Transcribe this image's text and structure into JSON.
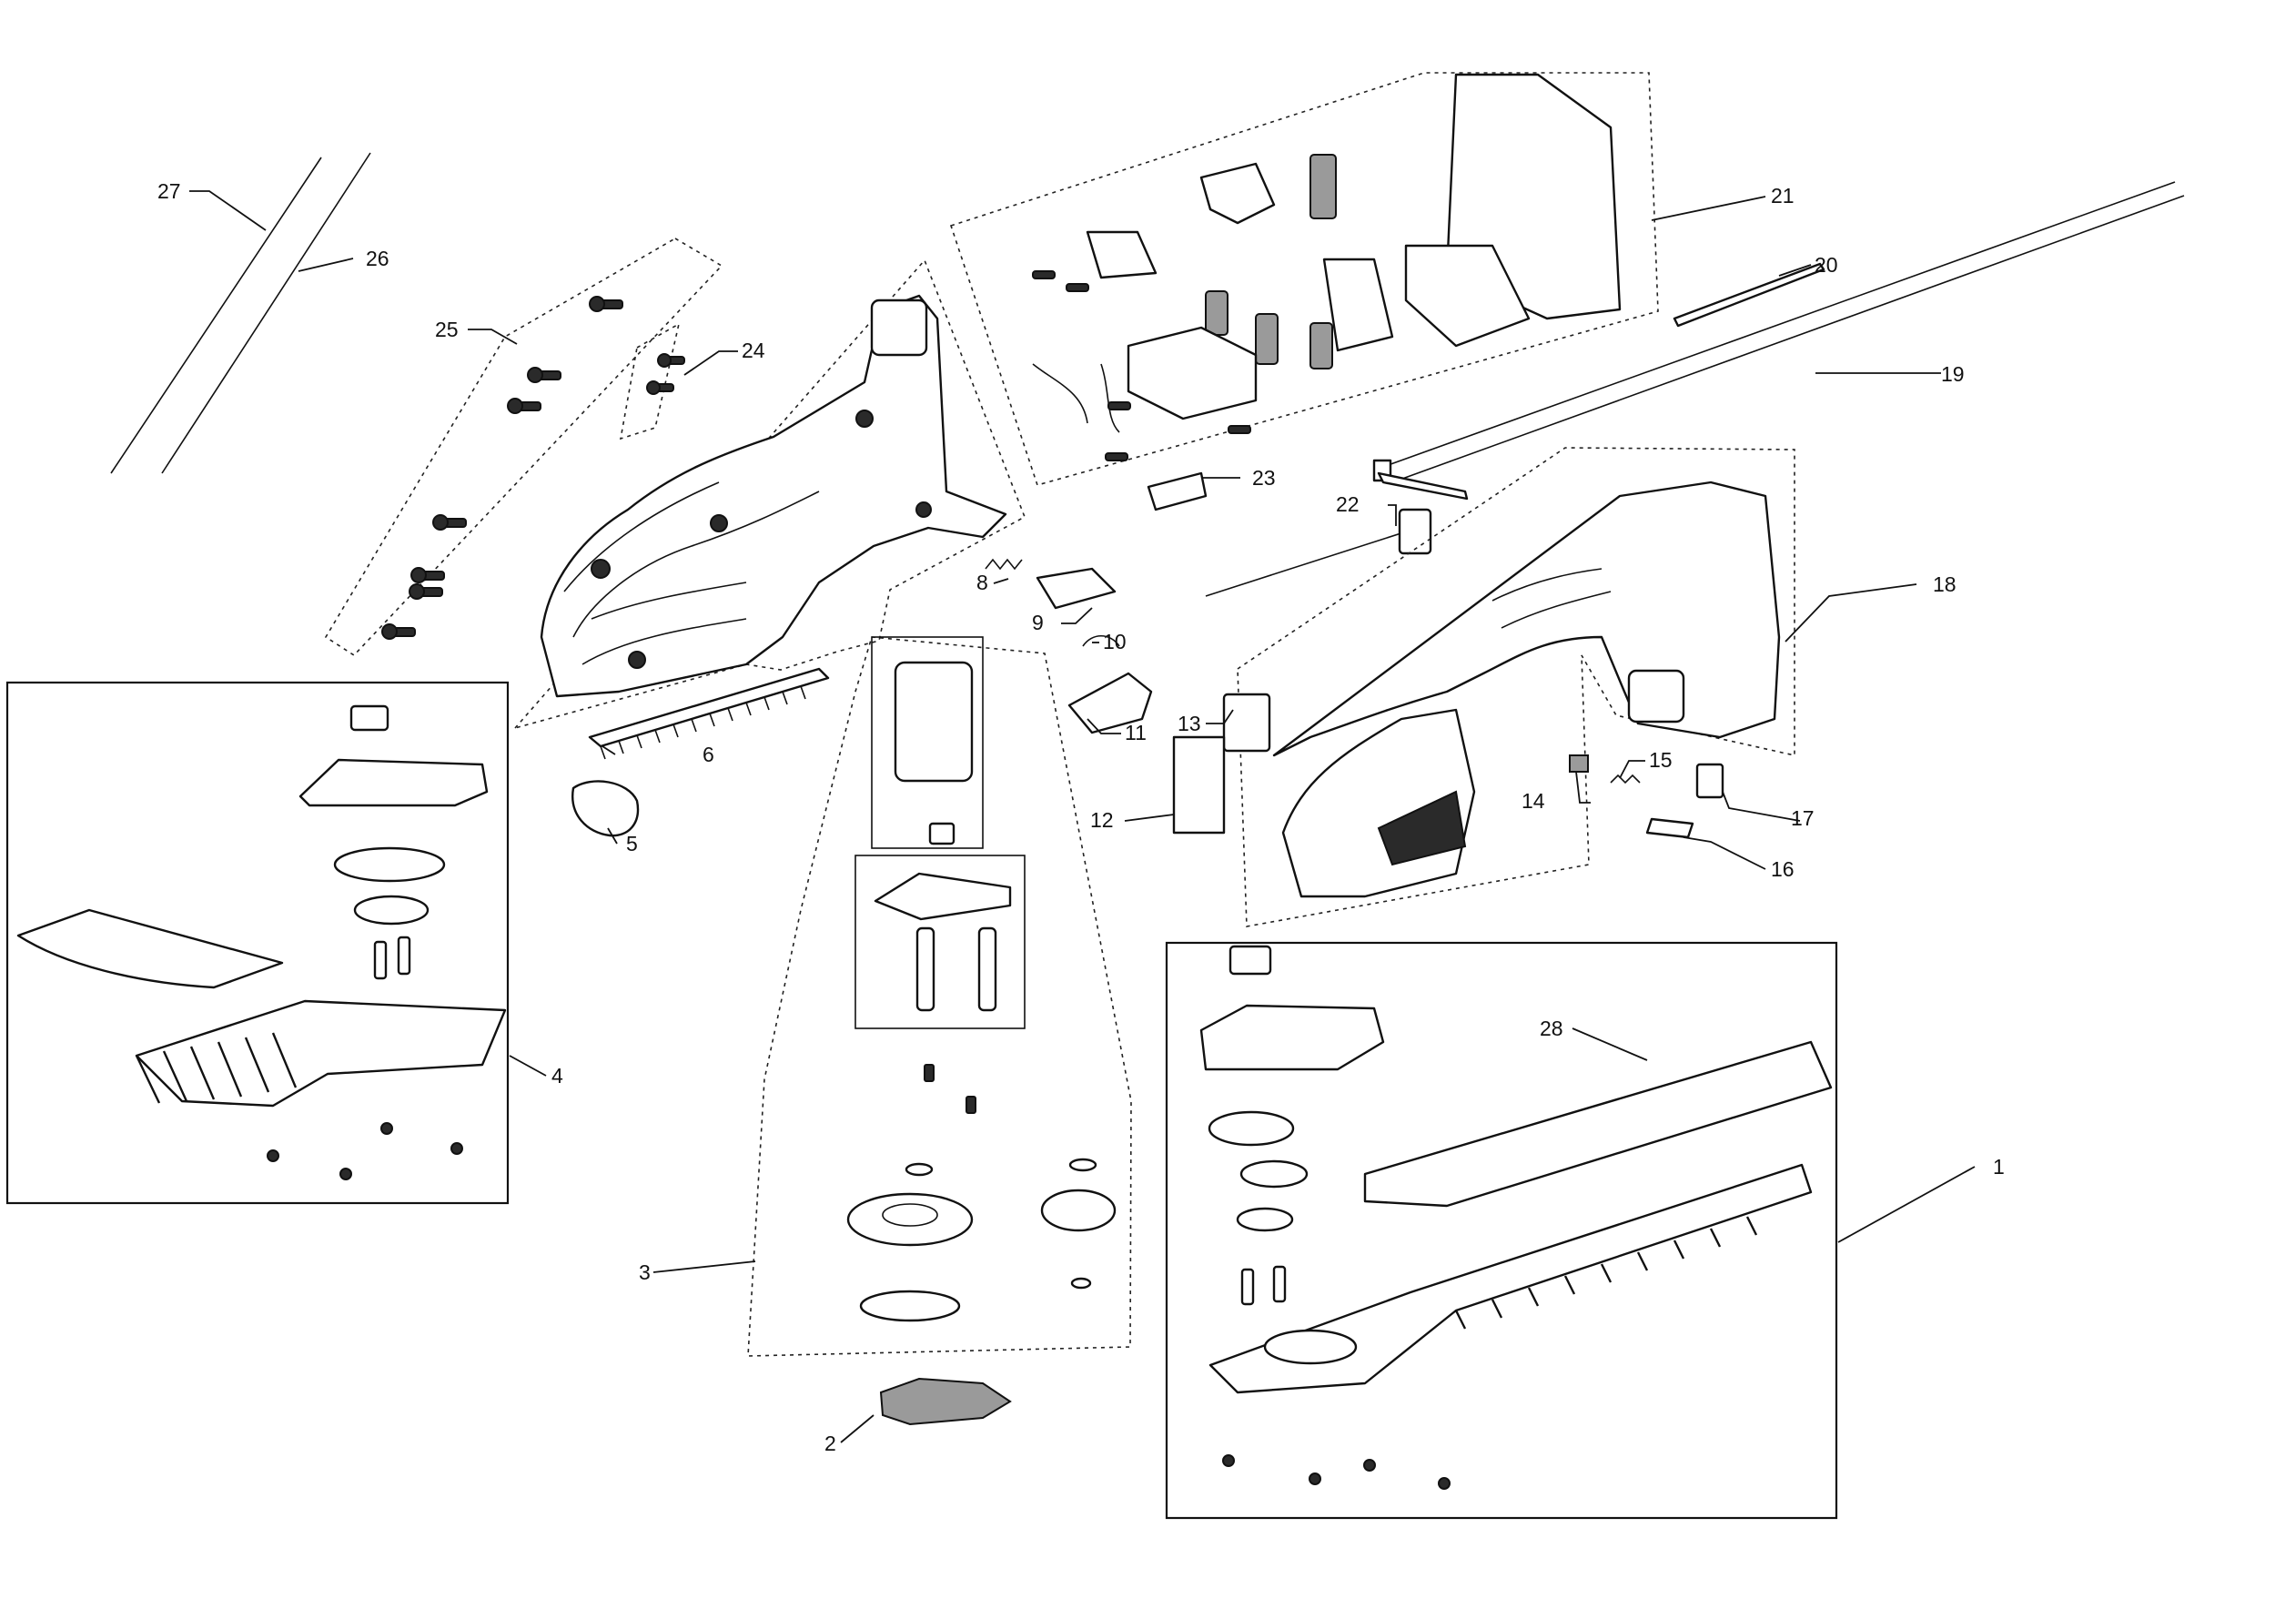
{
  "diagram": {
    "type": "exploded-parts-diagram",
    "callouts": [
      "1",
      "2",
      "3",
      "4",
      "5",
      "6",
      "8",
      "9",
      "10",
      "11",
      "12",
      "13",
      "14",
      "15",
      "16",
      "17",
      "18",
      "19",
      "20",
      "21",
      "22",
      "23",
      "24",
      "25",
      "26",
      "27",
      "28"
    ]
  }
}
